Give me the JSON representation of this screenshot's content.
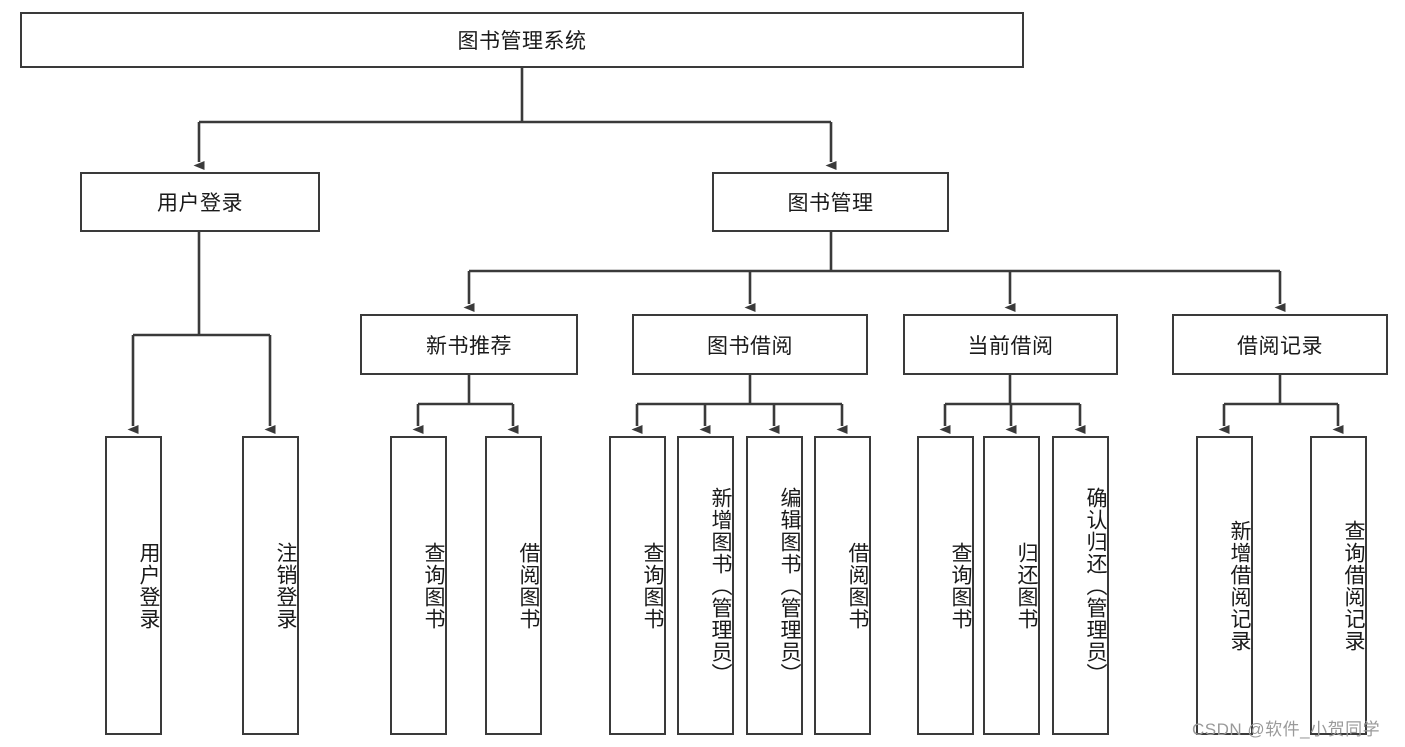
{
  "diagram": {
    "title": "图书管理系统",
    "type": "tree-hierarchy-diagram",
    "root": {
      "id": "root",
      "label": "图书管理系统"
    },
    "level2": [
      {
        "id": "user-login",
        "label": "用户登录"
      },
      {
        "id": "book-manage",
        "label": "图书管理"
      }
    ],
    "level3": [
      {
        "id": "new-book-recommend",
        "label": "新书推荐"
      },
      {
        "id": "book-borrow",
        "label": "图书借阅"
      },
      {
        "id": "current-borrow",
        "label": "当前借阅"
      },
      {
        "id": "borrow-record",
        "label": "借阅记录"
      }
    ],
    "leaves": {
      "user_login": [
        {
          "id": "leaf-user-login",
          "label": "用户登录"
        },
        {
          "id": "leaf-logout-login",
          "label": "注销登录"
        }
      ],
      "new_book_recommend": [
        {
          "id": "leaf-query-book-1",
          "label": "查询图书"
        },
        {
          "id": "leaf-borrow-book-1",
          "label": "借阅图书"
        }
      ],
      "book_borrow": [
        {
          "id": "leaf-query-book-2",
          "label": "查询图书"
        },
        {
          "id": "leaf-add-book",
          "label": "新增图书（管理员）"
        },
        {
          "id": "leaf-edit-book",
          "label": "编辑图书（管理员）"
        },
        {
          "id": "leaf-borrow-book-2",
          "label": "借阅图书"
        }
      ],
      "current_borrow": [
        {
          "id": "leaf-query-book-3",
          "label": "查询图书"
        },
        {
          "id": "leaf-return-book",
          "label": "归还图书"
        },
        {
          "id": "leaf-confirm-return",
          "label": "确认归还（管理员）"
        }
      ],
      "borrow_record": [
        {
          "id": "leaf-add-record",
          "label": "新增借阅记录"
        },
        {
          "id": "leaf-query-record",
          "label": "查询借阅记录"
        }
      ]
    }
  },
  "watermark": {
    "text": "CSDN @软件_小贺同学"
  },
  "colors": {
    "stroke": "#3a3a3a",
    "background": "#ffffff",
    "text": "#1a1a1a",
    "watermark": "#9a9a9a"
  }
}
